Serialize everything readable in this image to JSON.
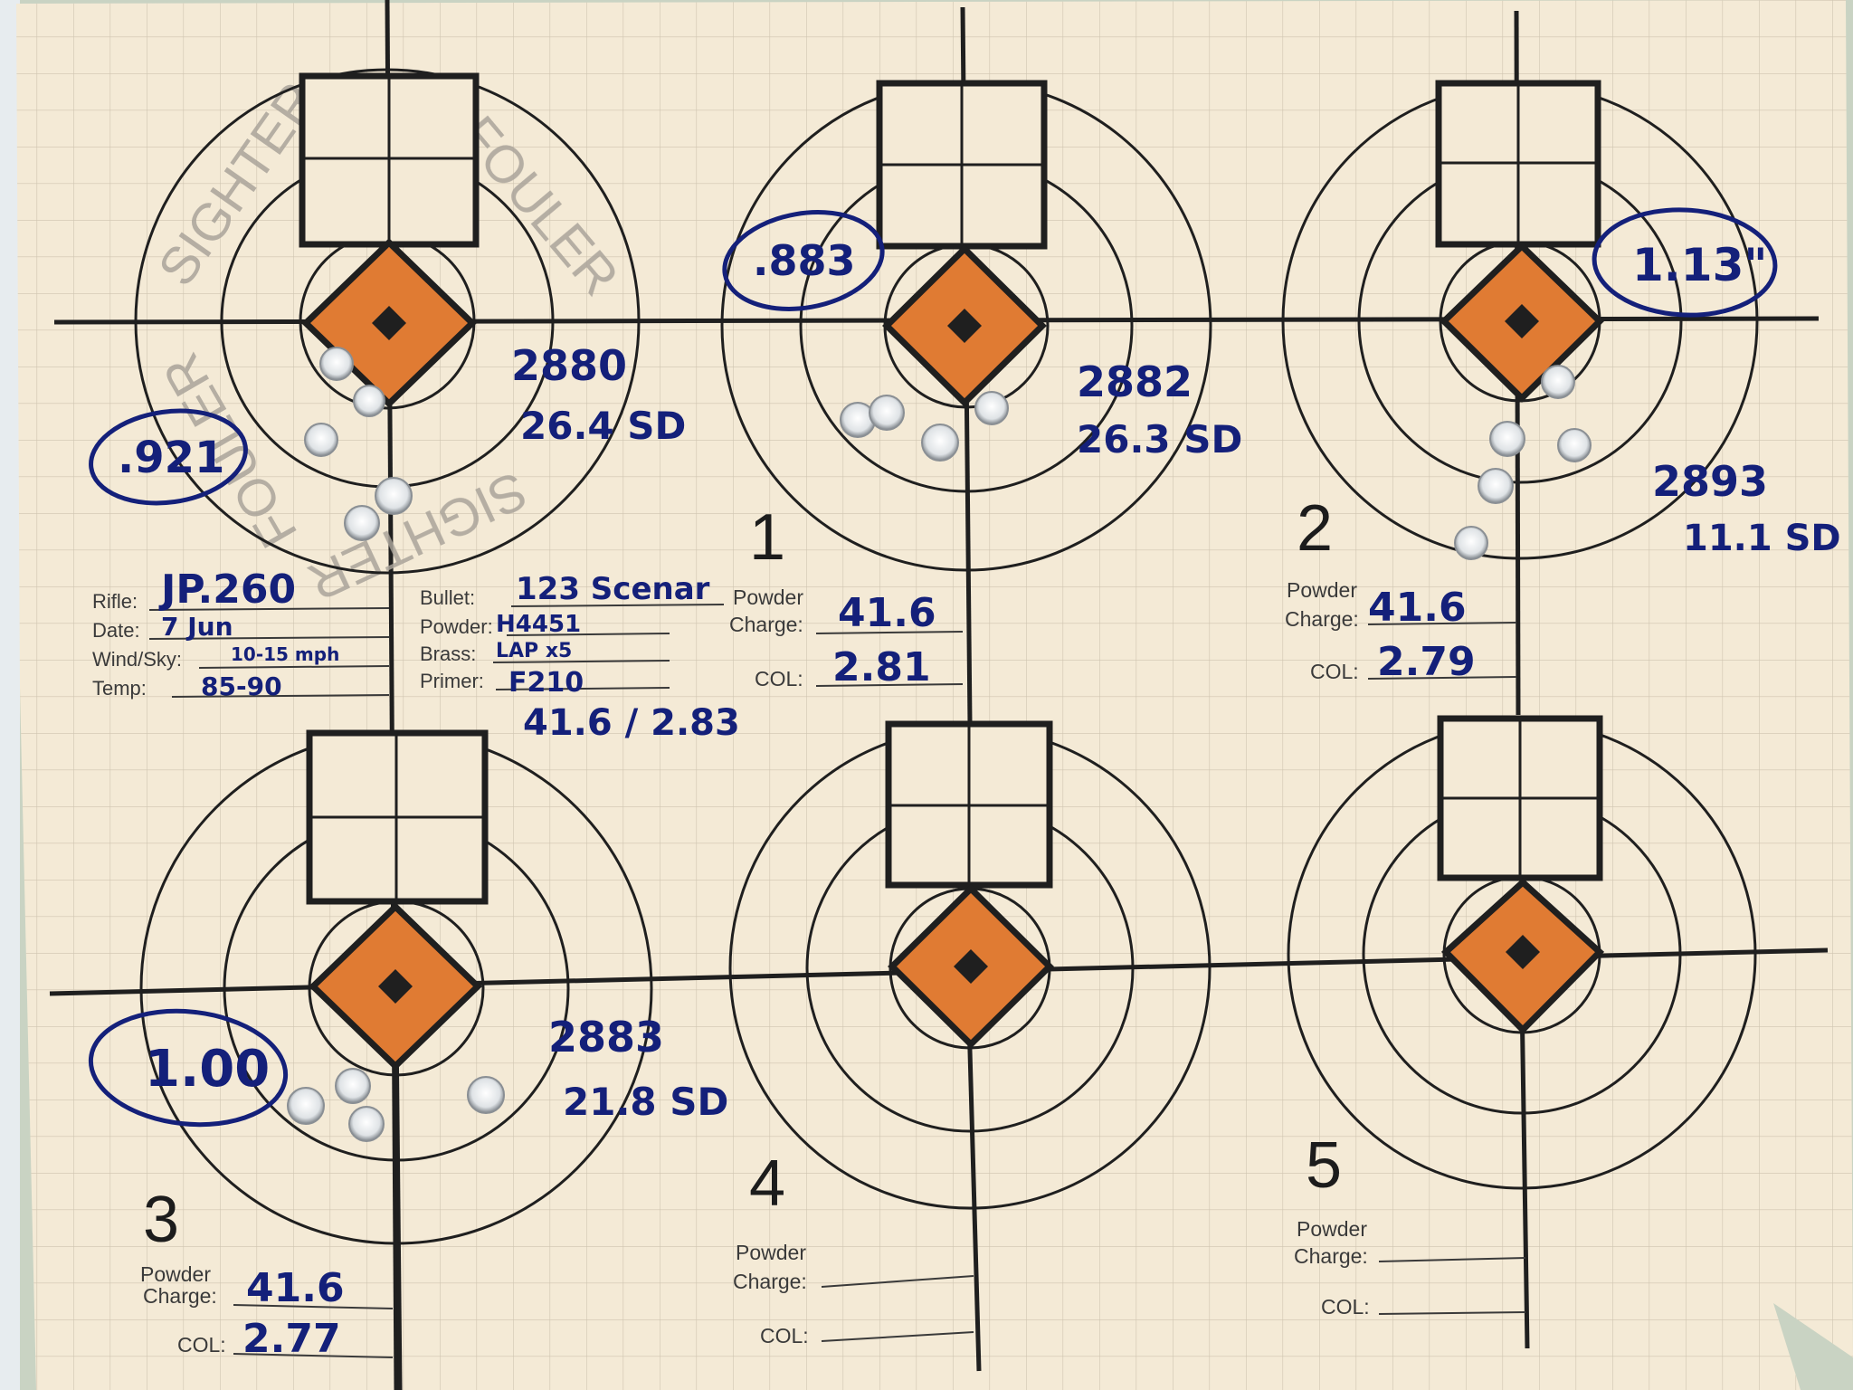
{
  "sheet": {
    "paper_color": "#f4ead6",
    "accent_orange": "#e07b33",
    "ink_color": "#14207a",
    "header_labels": {
      "rifle": "Rifle:",
      "date": "Date:",
      "wind": "Wind/Sky:",
      "temp": "Temp:",
      "bullet": "Bullet:",
      "powder": "Powder:",
      "brass": "Brass:",
      "primer": "Primer:"
    },
    "header_values": {
      "rifle": "JP.260",
      "date": "7 Jun",
      "wind": "10-15 mph",
      "temp": "85-90",
      "bullet": "123 Scenar",
      "powder": "H4451",
      "brass": "LAP x5",
      "primer": "F210",
      "load_note": "41.6 / 2.83"
    },
    "sighter_text": {
      "sighter_top": "SIGHTER",
      "fouler_top": "FOULER",
      "fouler_bottom": "FOULER",
      "sighter_bottom": "SIGHTER"
    },
    "powder_label": "Powder",
    "charge_label": "Charge:",
    "col_label": "COL:"
  },
  "targets": [
    {
      "number": "",
      "group": ".921",
      "velocity": "2880",
      "sd": "26.4 SD",
      "charge": "",
      "col": ""
    },
    {
      "number": "1",
      "group": ".883",
      "velocity": "2882",
      "sd": "26.3 SD",
      "charge": "41.6",
      "col": "2.81"
    },
    {
      "number": "2",
      "group": "1.13\"",
      "velocity": "2893",
      "sd": "11.1 SD",
      "charge": "41.6",
      "col": "2.79"
    },
    {
      "number": "3",
      "group": "1.00",
      "velocity": "2883",
      "sd": "21.8 SD",
      "charge": "41.6",
      "col": "2.77"
    },
    {
      "number": "4",
      "group": "",
      "velocity": "",
      "sd": "",
      "charge": "",
      "col": ""
    },
    {
      "number": "5",
      "group": "",
      "velocity": "",
      "sd": "",
      "charge": "",
      "col": ""
    }
  ]
}
